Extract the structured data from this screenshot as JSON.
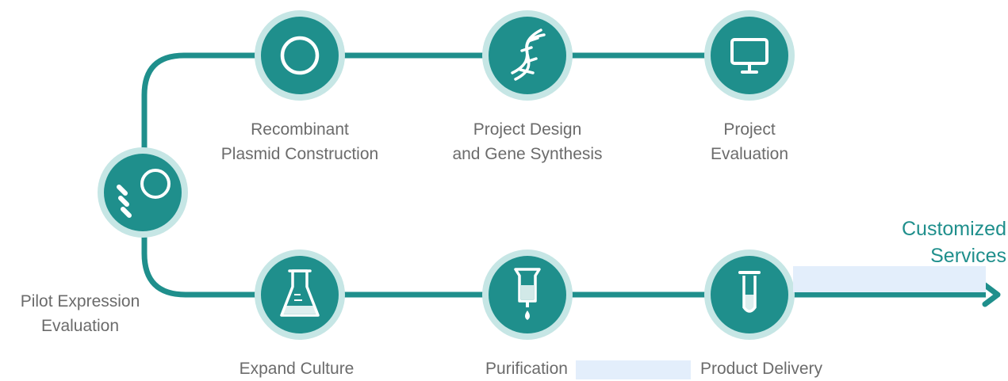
{
  "colors": {
    "teal": "#1f8f8c",
    "ring": "#c6e6e5",
    "label": "#6b6b6b",
    "highlight": "#e3eefb"
  },
  "steps": [
    {
      "id": "recombinant",
      "icon": "plasmid-ring-icon",
      "lines": [
        "Recombinant",
        "Plasmid Construction"
      ]
    },
    {
      "id": "design",
      "icon": "dna-helix-icon",
      "lines": [
        "Project Design",
        "and Gene Synthesis"
      ]
    },
    {
      "id": "evaluation",
      "icon": "monitor-icon",
      "lines": [
        "Project",
        "Evaluation"
      ]
    },
    {
      "id": "pilot",
      "icon": "plasmid-dna-icon",
      "lines": [
        "Pilot Expression",
        "Evaluation"
      ]
    },
    {
      "id": "culture",
      "icon": "flask-icon",
      "lines": [
        "Expand Culture"
      ]
    },
    {
      "id": "purification",
      "icon": "purification-column-icon",
      "lines": [
        "Purification"
      ]
    },
    {
      "id": "delivery",
      "icon": "test-tube-icon",
      "lines": [
        "Product Delivery"
      ]
    }
  ],
  "end_label": {
    "lines": [
      "Customized",
      "Services"
    ]
  }
}
